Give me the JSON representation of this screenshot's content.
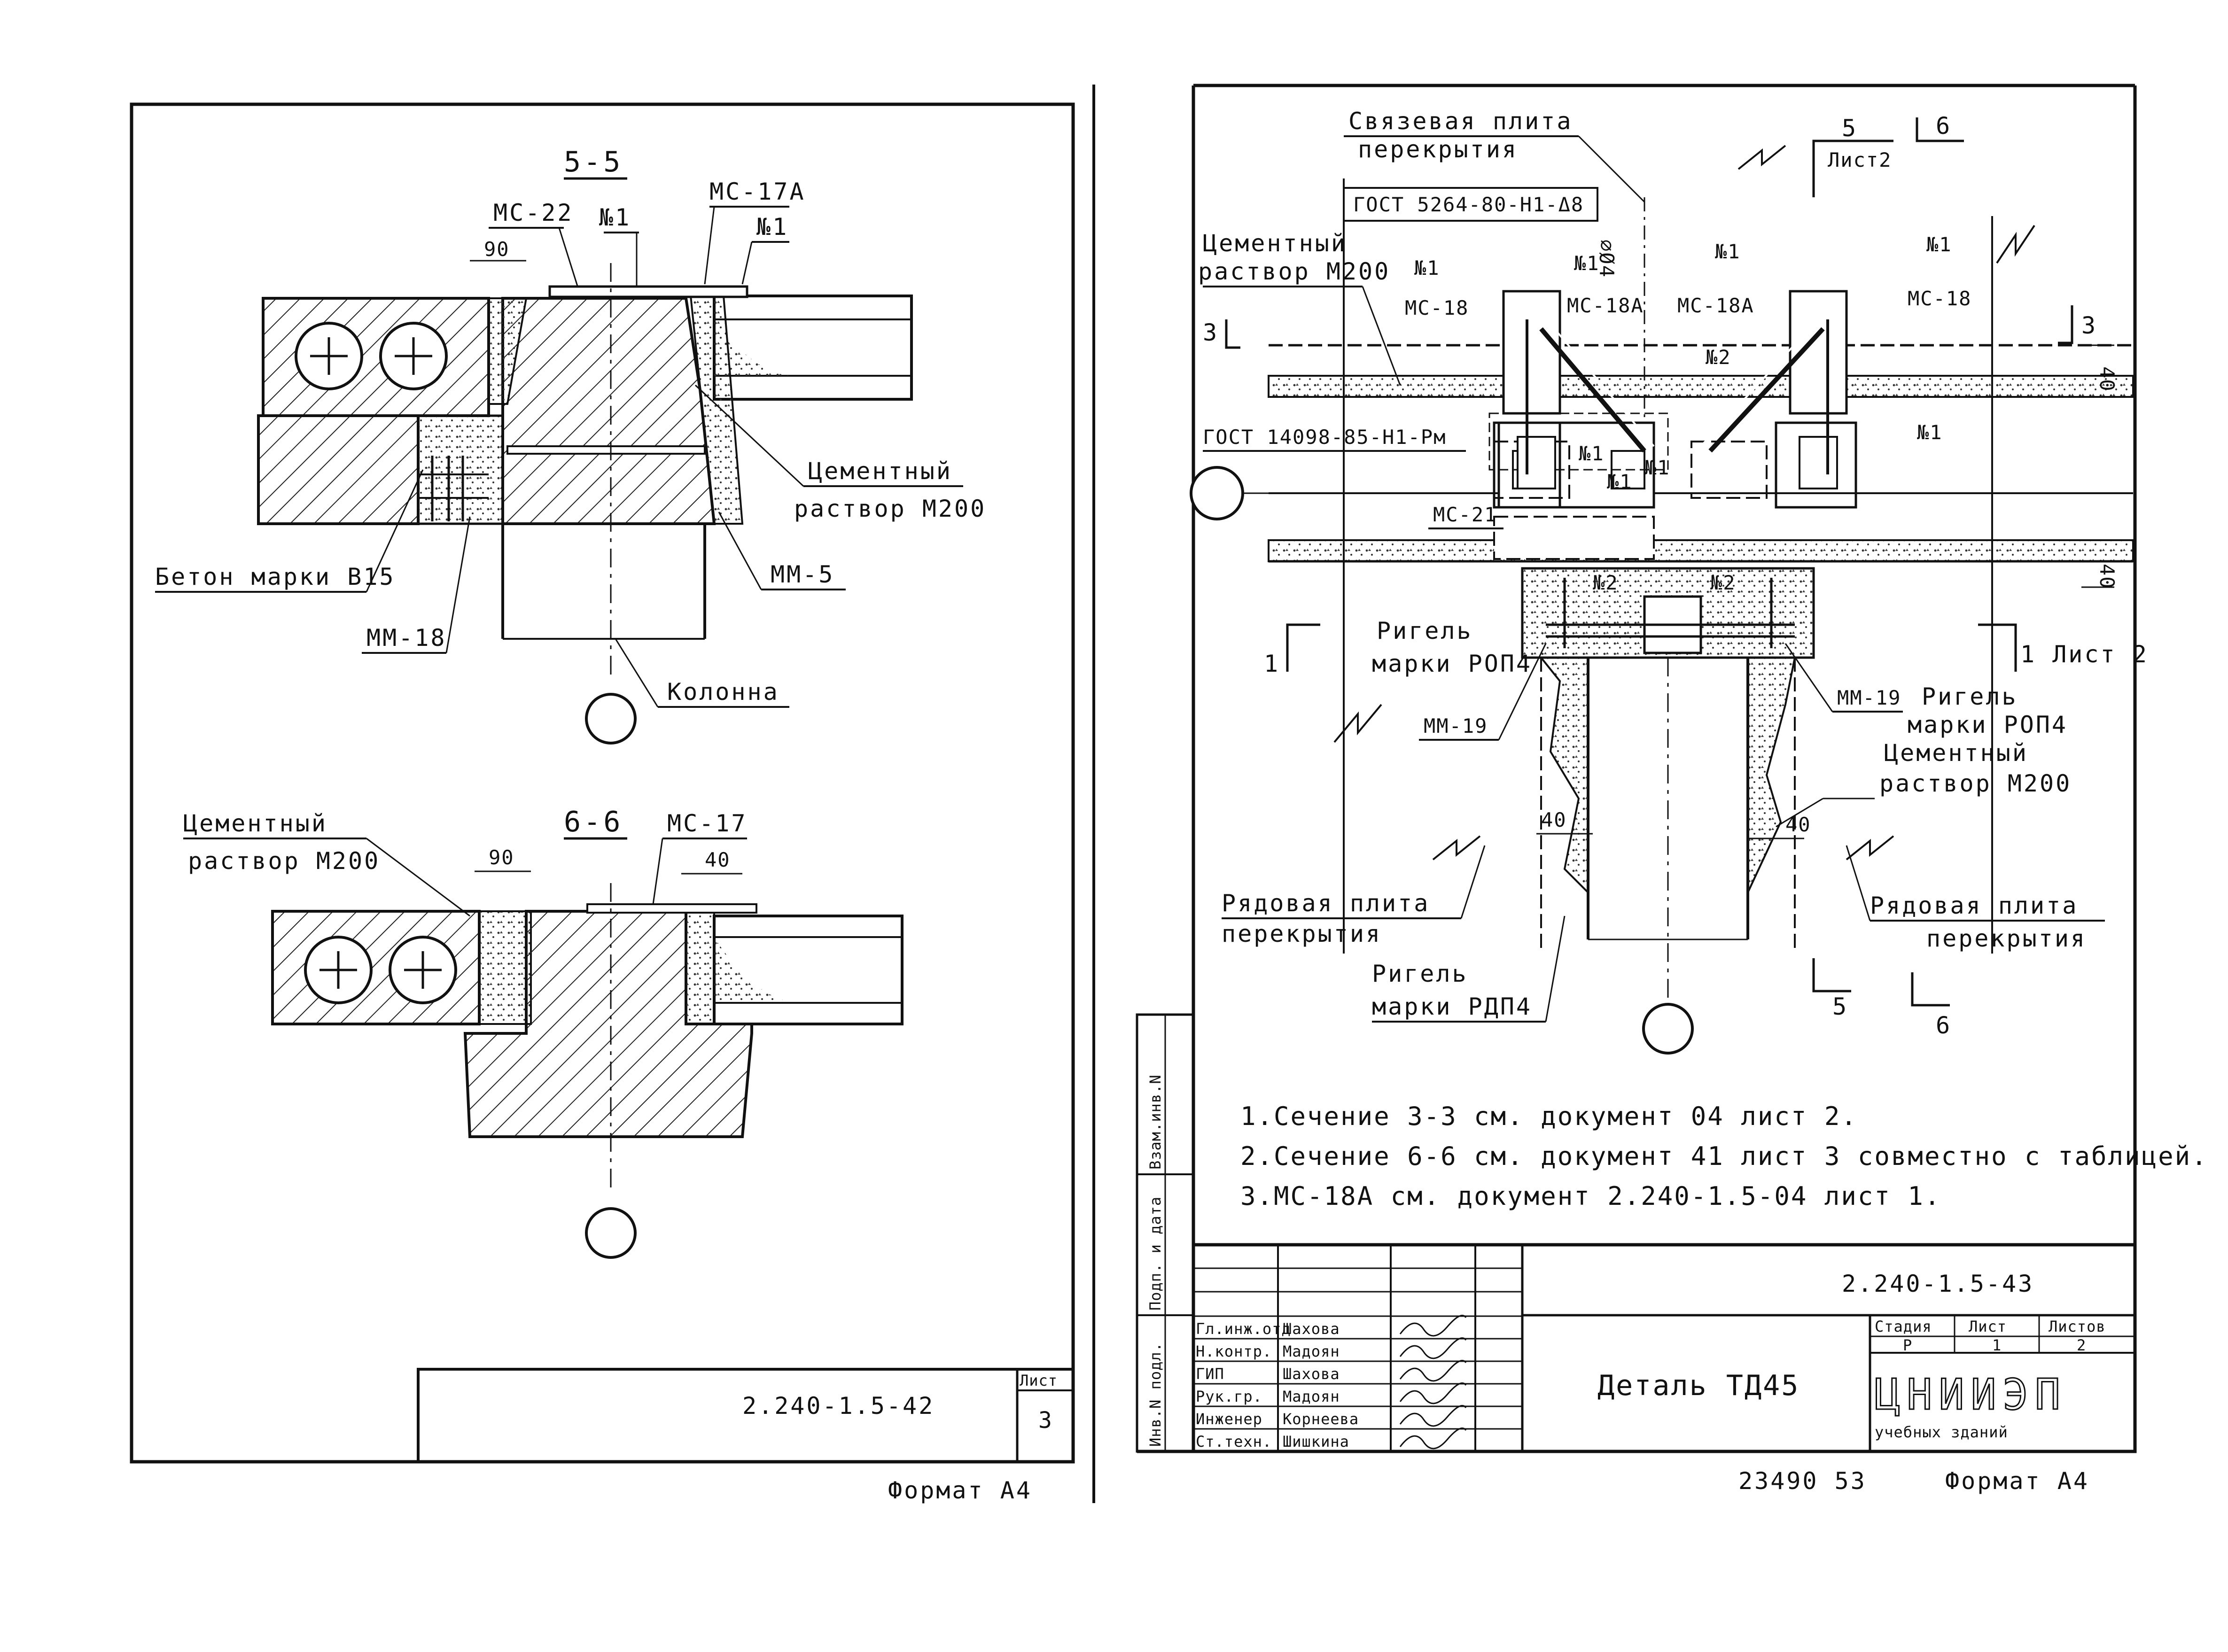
{
  "left_sheet": {
    "section_55": {
      "title": "5-5",
      "labels": {
        "mc22": "МС-22",
        "n1_a": "№1",
        "mc17a": "МС-17А",
        "n1_b": "№1",
        "dim90": "90",
        "cement": "Цементный",
        "cement2": "раствор М200",
        "beton": "Бетон марки В15",
        "mm5": "ММ-5",
        "mm18": "ММ-18",
        "kolonna": "Колонна"
      }
    },
    "section_66": {
      "title": "6-6",
      "labels": {
        "cement": "Цементный",
        "cement2": "раствор М200",
        "mc17": "МС-17",
        "dim90": "90",
        "dim40": "40"
      }
    },
    "title_block": {
      "code": "2.240-1.5-42",
      "sheet_label": "Лист",
      "sheet_no": "3"
    },
    "format": "Формат А4"
  },
  "right_sheet": {
    "labels": {
      "svyaz1": "Связевая плита",
      "svyaz2": "перекрытия",
      "gost1": "ГОСТ 5264-80-Н1-Δ8",
      "gost2": "ГОСТ 14098-85-Н1-Рм",
      "cement1": "Цементный",
      "cement2": "раствор М200",
      "n1_l": "№1",
      "n1_c": "№1",
      "n1_r": "№1",
      "n1_rr": "№1",
      "n1_m": "№1",
      "n1_m2": "№1",
      "n1_m3": "№1",
      "n1_m4": "№1",
      "n2_t": "№2",
      "n2_bl": "№2",
      "n2_br": "№2",
      "mc18_l": "МС-18",
      "mc18a_l": "МС-18А",
      "mc18a_r": "МС-18А",
      "mc18_r": "МС-18",
      "mc21": "МС-21",
      "rigel_l1": "Ригель",
      "rigel_l2": "марки РОП4",
      "rigel_r1": "Ригель",
      "rigel_r2": "марки РОП4",
      "mm19_l": "ММ-19",
      "mm19_r": "ММ-19",
      "cement_r1": "Цементный",
      "cement_r2": "раствор М200",
      "ryad_l1": "Рядовая плита",
      "ryad_l2": "перекрытия",
      "ryad_r1": "Рядовая плита",
      "ryad_r2": "перекрытия",
      "rigel_b1": "Ригель",
      "rigel_b2": "марки РДП4",
      "cut5": "5",
      "cut6": "6",
      "cut5b": "5",
      "cut6b": "6",
      "list2": "Лист2",
      "cut3l": "3",
      "cut3r": "3",
      "cut1l": "1",
      "cut1r": "1 Лист 2",
      "d40a": "40",
      "d40b": "40",
      "d40c": "40",
      "d40d": "40",
      "d_vert": "∅Ø4"
    },
    "notes": [
      "1.Сечение 3-3 см. документ 04 лист 2.",
      "2.Сечение 6-6 см. документ 41 лист 3 совместно с таблицей.",
      "3.МС-18А см. документ 2.240-1.5-04 лист 1."
    ],
    "side_stamp": [
      "Инв.N подл.",
      "Подп. и дата",
      "Взам.инв.N"
    ],
    "title_block": {
      "code": "2.240-1.5-43",
      "name": "Деталь ТД45",
      "org1": "ЦНИИЭП",
      "org2": "учебных зданий",
      "stage_h": "Стадия",
      "sheet_h": "Лист",
      "sheets_h": "Листов",
      "stage": "Р",
      "sheet": "1",
      "sheets": "2",
      "roles": [
        {
          "role": "Гл.инж.отд",
          "name": "Шахова"
        },
        {
          "role": "Н.контр.",
          "name": "Мадоян"
        },
        {
          "role": "ГИП",
          "name": "Шахова"
        },
        {
          "role": "Рук.гр.",
          "name": "Мадоян"
        },
        {
          "role": "Инженер",
          "name": "Корнеева"
        },
        {
          "role": "Ст.техн.",
          "name": "Шишкина"
        }
      ]
    },
    "bottom_nums": "23490  53",
    "format": "Формат А4"
  }
}
